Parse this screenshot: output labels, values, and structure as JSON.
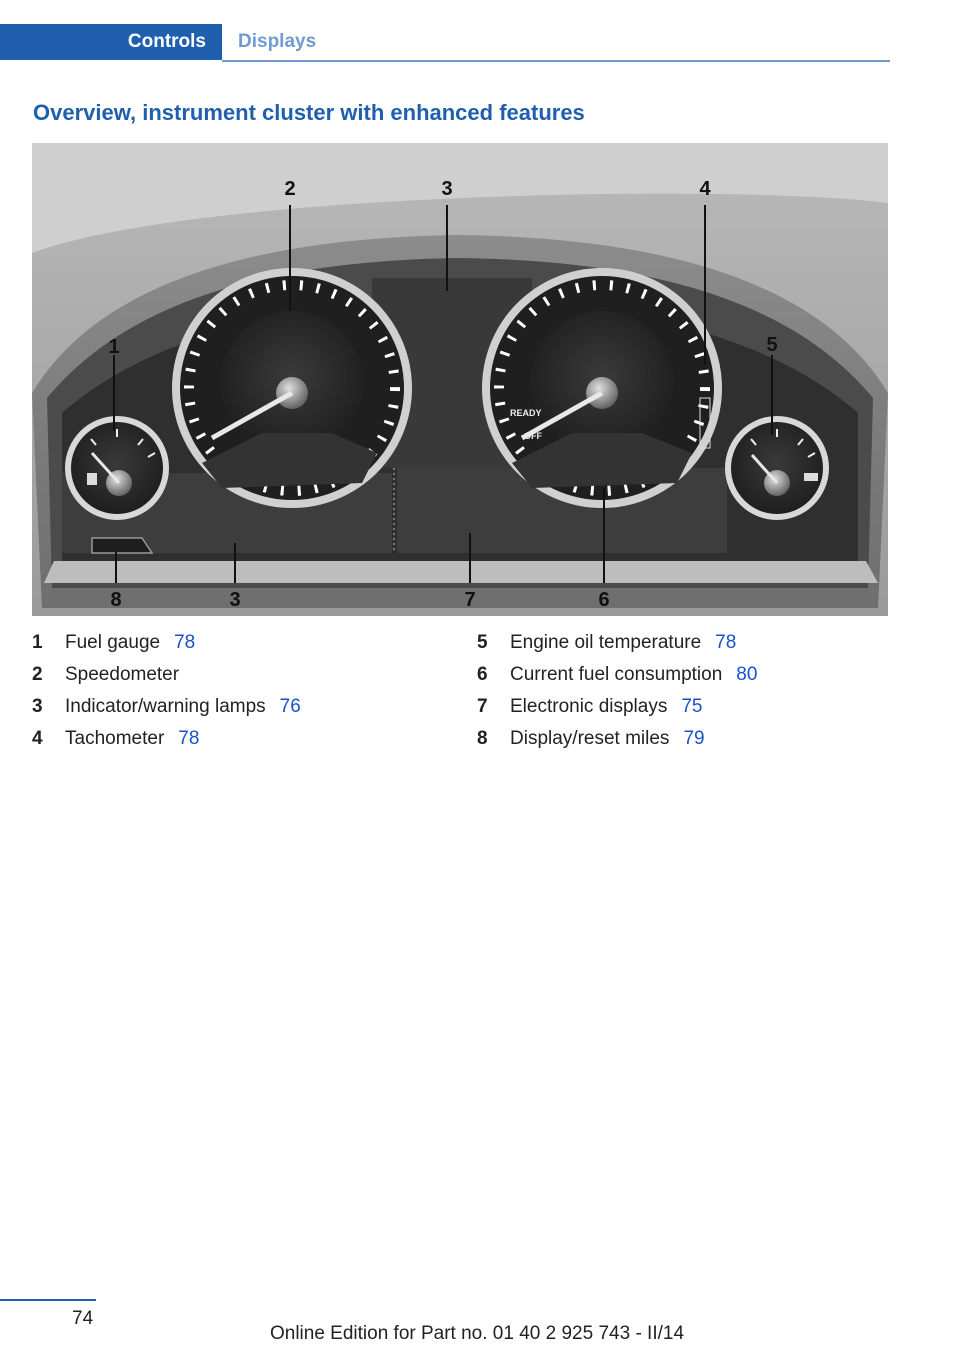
{
  "header": {
    "tab_active": "Controls",
    "tab_inactive": "Displays",
    "accent_color": "#1f5fae"
  },
  "title": "Overview, instrument cluster with enhanced features",
  "figure": {
    "callouts": [
      "1",
      "2",
      "3",
      "4",
      "5",
      "8",
      "3",
      "7",
      "6"
    ],
    "ready_text": "READY",
    "off_text": "OFF"
  },
  "legend": {
    "left": [
      {
        "num": "1",
        "label": "Fuel gauge",
        "page": "78"
      },
      {
        "num": "2",
        "label": "Speedometer",
        "page": ""
      },
      {
        "num": "3",
        "label": "Indicator/warning lamps",
        "page": "76"
      },
      {
        "num": "4",
        "label": "Tachometer",
        "page": "78"
      }
    ],
    "right": [
      {
        "num": "5",
        "label": "Engine oil temperature",
        "page": "78"
      },
      {
        "num": "6",
        "label": "Current fuel consumption",
        "page": "80"
      },
      {
        "num": "7",
        "label": "Electronic displays",
        "page": "75"
      },
      {
        "num": "8",
        "label": "Display/reset miles",
        "page": "79"
      }
    ]
  },
  "footer": {
    "page_number": "74",
    "edition_text": "Online Edition for Part no. 01 40 2 925 743 - II/14"
  }
}
